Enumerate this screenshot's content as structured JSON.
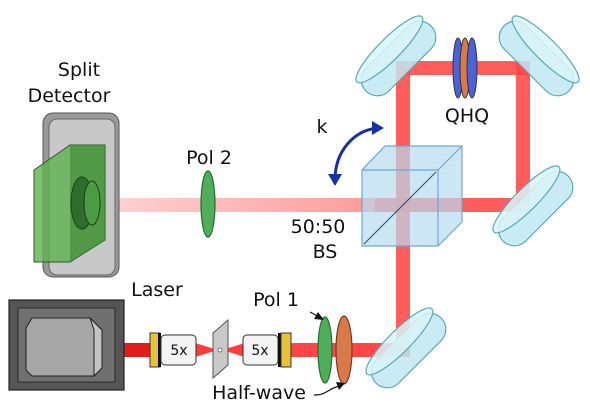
{
  "labels": {
    "split_detector_line1": "Split",
    "split_detector_line2": "Detector",
    "pol2": "Pol 2",
    "k": "k",
    "qhq": "QHQ",
    "bs_line1": "50:50",
    "bs_line2": "BS",
    "laser": "Laser",
    "pol1": "Pol 1",
    "lens1": "5x",
    "lens2": "5x",
    "half_wave": "Half-wave"
  },
  "colors": {
    "beam_strong": "#ff3b3b",
    "beam_weak": "#ffb3b3",
    "mirror_fill": "#bfe9f2",
    "mirror_stroke": "#5aa7b8",
    "cube_fill": "#b8dcef",
    "cube_stroke": "#6fa6d6",
    "detector_green": "#6fbf5e",
    "laser_gray": "#8a8a8a",
    "polarizer_green": "#4fae5a",
    "waveplate_orange": "#d8794a",
    "waveplate_blue": "#4a63d8",
    "arrow_blue": "#1630a8"
  }
}
